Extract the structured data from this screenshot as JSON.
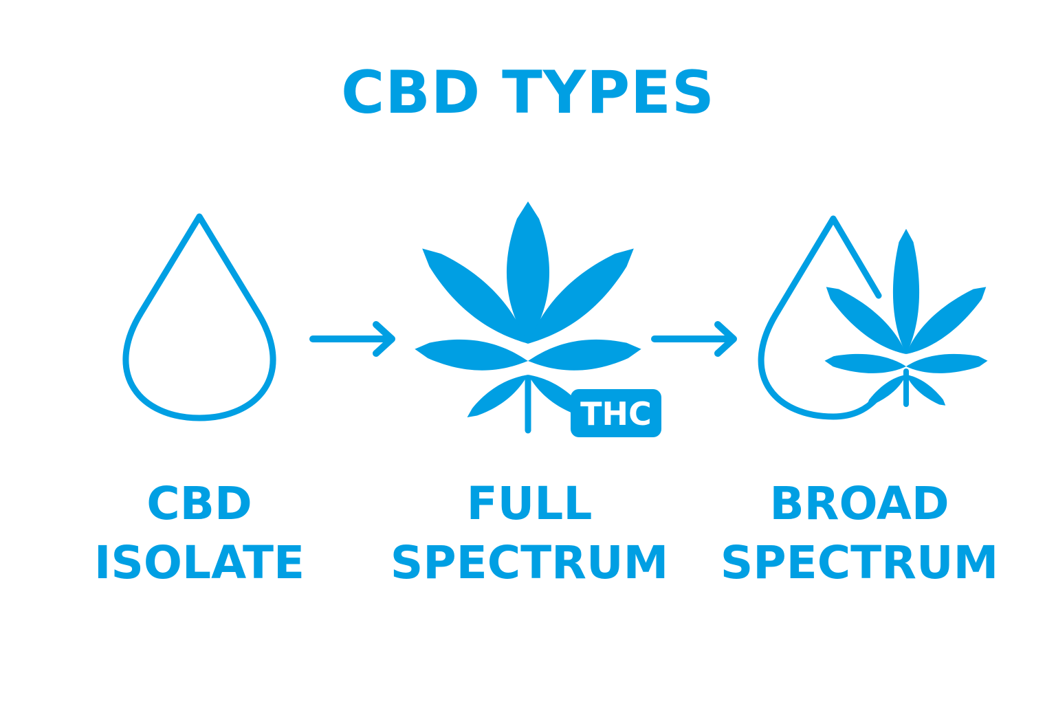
{
  "title": "CBD TYPES",
  "accent_color": "#009fe3",
  "types": [
    {
      "line1": "CBD",
      "line2": "ISOLATE",
      "icon": "drop-outline-icon"
    },
    {
      "line1": "FULL",
      "line2": "SPECTRUM",
      "icon": "cannabis-leaf-icon",
      "badge": "THC"
    },
    {
      "line1": "BROAD",
      "line2": "SPECTRUM",
      "icon": "drop-with-leaf-icon"
    }
  ],
  "connectors": [
    "arrow-right-icon",
    "arrow-right-icon"
  ]
}
